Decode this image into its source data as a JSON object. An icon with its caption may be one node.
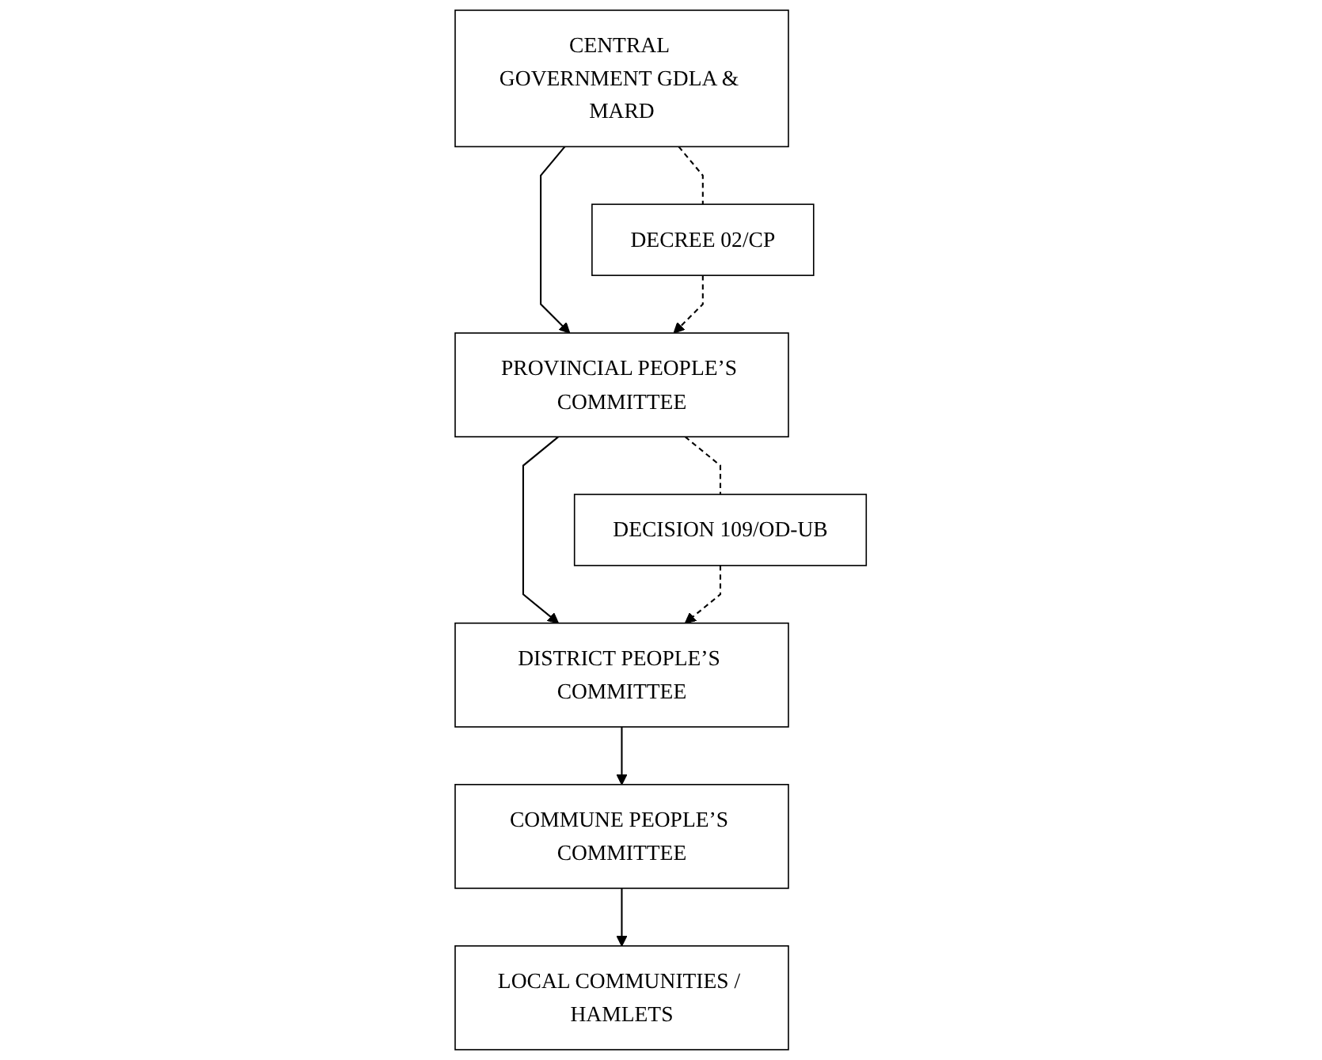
{
  "diagram": {
    "nodes": [
      {
        "text": [
          "CENTRAL GOVERNMENT GDLA & MARD"
        ]
      },
      {
        "text": [
          "DECREE 02/CP"
        ]
      },
      {
        "text": [
          "PROVINCIAL PEOPLE’S COMMITTEE"
        ]
      },
      {
        "text": [
          "DECISION 109/OD-UB"
        ]
      },
      {
        "text": [
          "DISTRICT PEOPLE’S COMMITTEE"
        ]
      },
      {
        "text": [
          "COMMUNE PEOPLE’S COMMITTEE"
        ]
      },
      {
        "text": [
          "LOCAL COMMUNITIES / HAMLETS"
        ]
      }
    ],
    "edges": [
      {
        "from": 0,
        "to": 2,
        "arrow": "to"
      },
      {
        "from": 0,
        "to": 1,
        "arrow": "none",
        "style": "dashed"
      },
      {
        "from": 1,
        "to": 2,
        "arrow": "to",
        "style": "dashed"
      },
      {
        "from": 2,
        "to": 4,
        "arrow": "to"
      },
      {
        "from": 2,
        "to": 3,
        "arrow": "none",
        "style": "dashed"
      },
      {
        "from": 3,
        "to": 4,
        "arrow": "to",
        "style": "dashed"
      },
      {
        "from": 4,
        "to": 5,
        "arrow": "to"
      },
      {
        "from": 5,
        "to": 6,
        "arrow": "to"
      }
    ]
  }
}
